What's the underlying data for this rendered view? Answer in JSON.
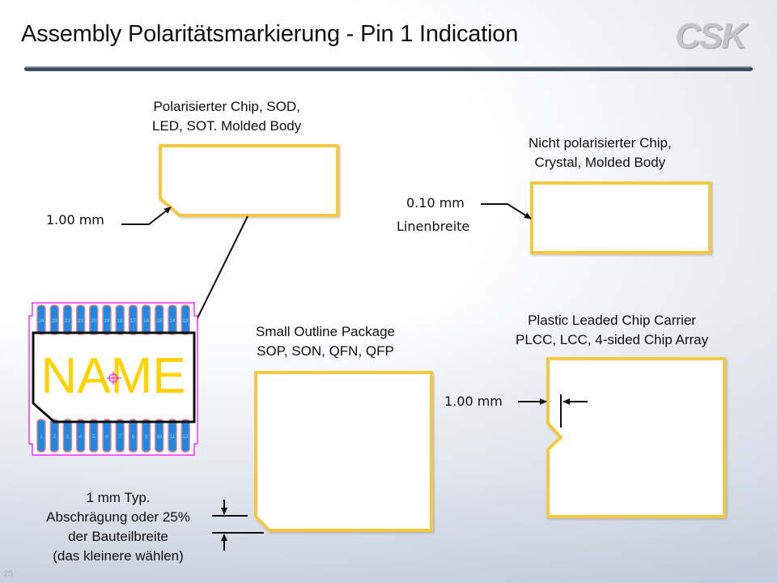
{
  "slide": {
    "title": "Assembly Polaritätsmarkierung - Pin 1 Indication",
    "logo": "CSK",
    "page_number": "25"
  },
  "colors": {
    "outline": "#f5c842",
    "pad": "#1e88e5",
    "courtyard": "#ff00ff",
    "silk_text": "#ffd200"
  },
  "diagrams": {
    "polarized_chip": {
      "caption_line1": "Polarisierter Chip, SOD,",
      "caption_line2": "LED, SOT. Molded Body",
      "dimension": "1.00 mm"
    },
    "non_polarized_chip": {
      "caption_line1": "Nicht polarisierter Chip,",
      "caption_line2": "Crystal, Molded Body",
      "dimension": "0.10 mm",
      "dimension_note": "Linenbreite"
    },
    "soic_footprint": {
      "name_text": "NAME",
      "top_pins": [
        "24",
        "23",
        "22",
        "21",
        "20",
        "19",
        "18",
        "17",
        "16",
        "15",
        "14",
        "13"
      ],
      "bottom_pins": [
        "1",
        "2",
        "3",
        "4",
        "5",
        "6",
        "7",
        "8",
        "9",
        "10",
        "11",
        "12"
      ]
    },
    "small_outline": {
      "caption_line1": "Small Outline Package",
      "caption_line2": "SOP, SON, QFN, QFP",
      "note_line1": "1 mm Typ.",
      "note_line2": "Abschrägung oder 25%",
      "note_line3": "der Bauteilbreite",
      "note_line4": "(das kleinere wählen)"
    },
    "plcc": {
      "caption_line1": "Plastic Leaded Chip Carrier",
      "caption_line2": "PLCC, LCC, 4-sided Chip Array",
      "dimension": "1.00 mm"
    }
  }
}
